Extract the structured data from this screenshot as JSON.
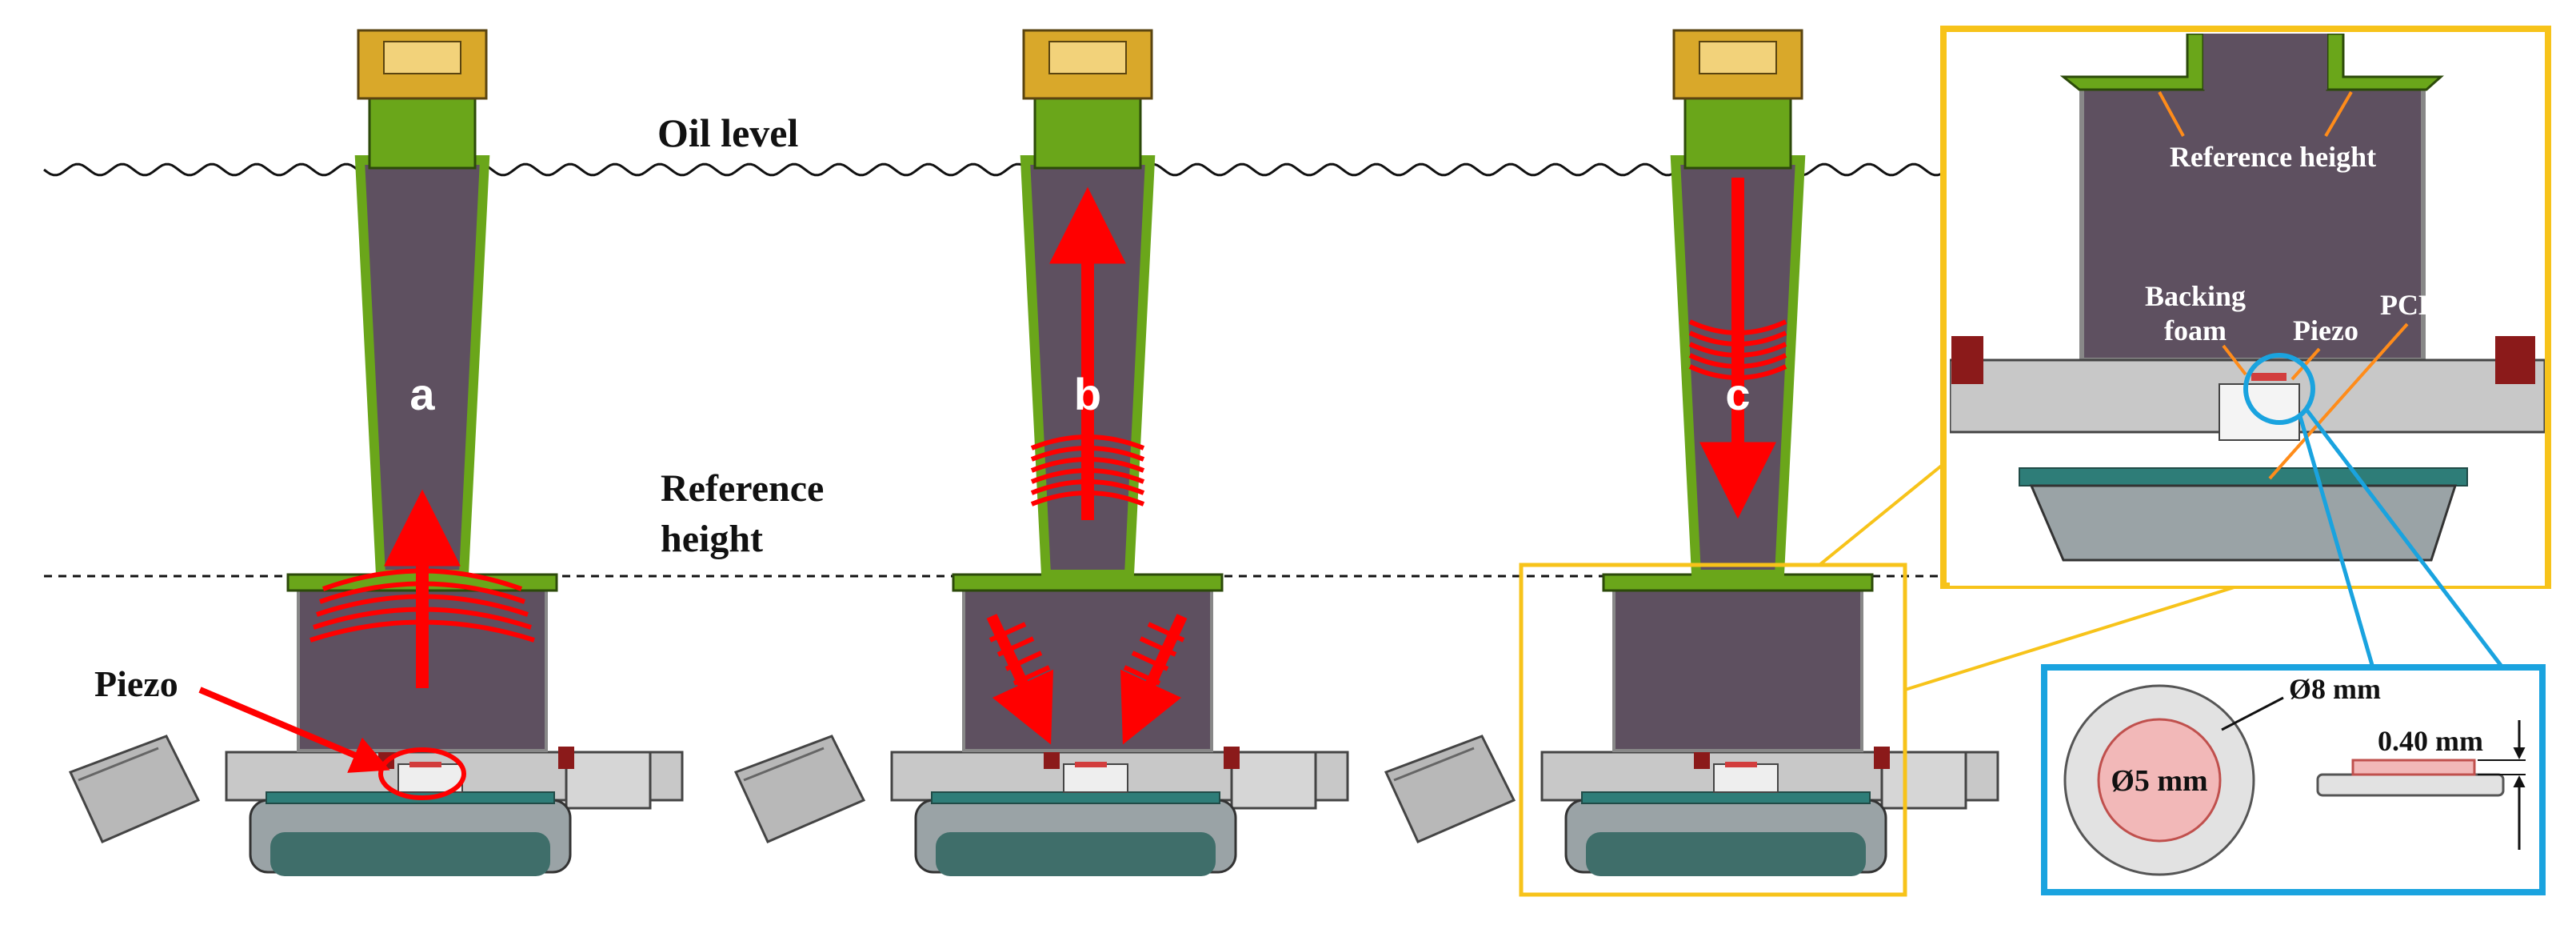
{
  "labels": {
    "oil_level": "Oil level",
    "reference_height_line1": "Reference",
    "reference_height_line2": "height",
    "piezo": "Piezo",
    "stage_a": "a",
    "stage_b": "b",
    "stage_c": "c"
  },
  "inset": {
    "reference_height": "Reference height",
    "backing_foam_line1": "Backing",
    "backing_foam_line2": "foam",
    "piezo": "Piezo",
    "pcb": "PCB"
  },
  "dimensions": {
    "outer_diameter": "Ø8 mm",
    "inner_diameter": "Ø5 mm",
    "thickness": "0.40 mm"
  },
  "colors": {
    "oil": "#5e5060",
    "tube_wall": "#6aa61a",
    "cap": "#d9a82a",
    "housing": "#c8c8c8",
    "pcb": "#2e7d78",
    "wave": "#ff0000",
    "inset_border_yellow": "#f7c31a",
    "inset_border_blue": "#1aa3df",
    "piezo_fill": "#f2b8b8",
    "disc_fill": "#e2e2e2"
  },
  "icons": {
    "wave_arrow": "red-arrow-with-wavefronts",
    "highlight": "red-ellipse"
  }
}
